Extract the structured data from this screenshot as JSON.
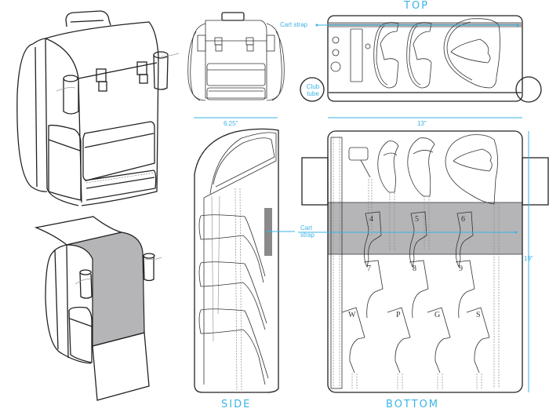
{
  "views": {
    "top": {
      "title": "TOP"
    },
    "side": {
      "title": "SIDE"
    },
    "bottom": {
      "title": "BOTTOM"
    }
  },
  "labels": {
    "cart_strap_top": "Cart strap",
    "club_tube": "Club\ntube",
    "cart_strap_side_line1": "Cart",
    "cart_strap_side_line2": "strap",
    "club_tube_line1": "Club",
    "club_tube_line2": "tube"
  },
  "dimensions": {
    "side_width": "6.25\"",
    "bottom_width": "13\"",
    "bottom_height": "19\""
  },
  "clubs": {
    "irons_row1": [
      "4",
      "5",
      "6"
    ],
    "irons_row2": [
      "7",
      "8",
      "9"
    ],
    "wedges": [
      "W",
      "P",
      "G",
      "S"
    ]
  },
  "colors": {
    "accent": "#3bb3e6",
    "panel_gray": "#b5b5b7",
    "line": "#222222"
  }
}
